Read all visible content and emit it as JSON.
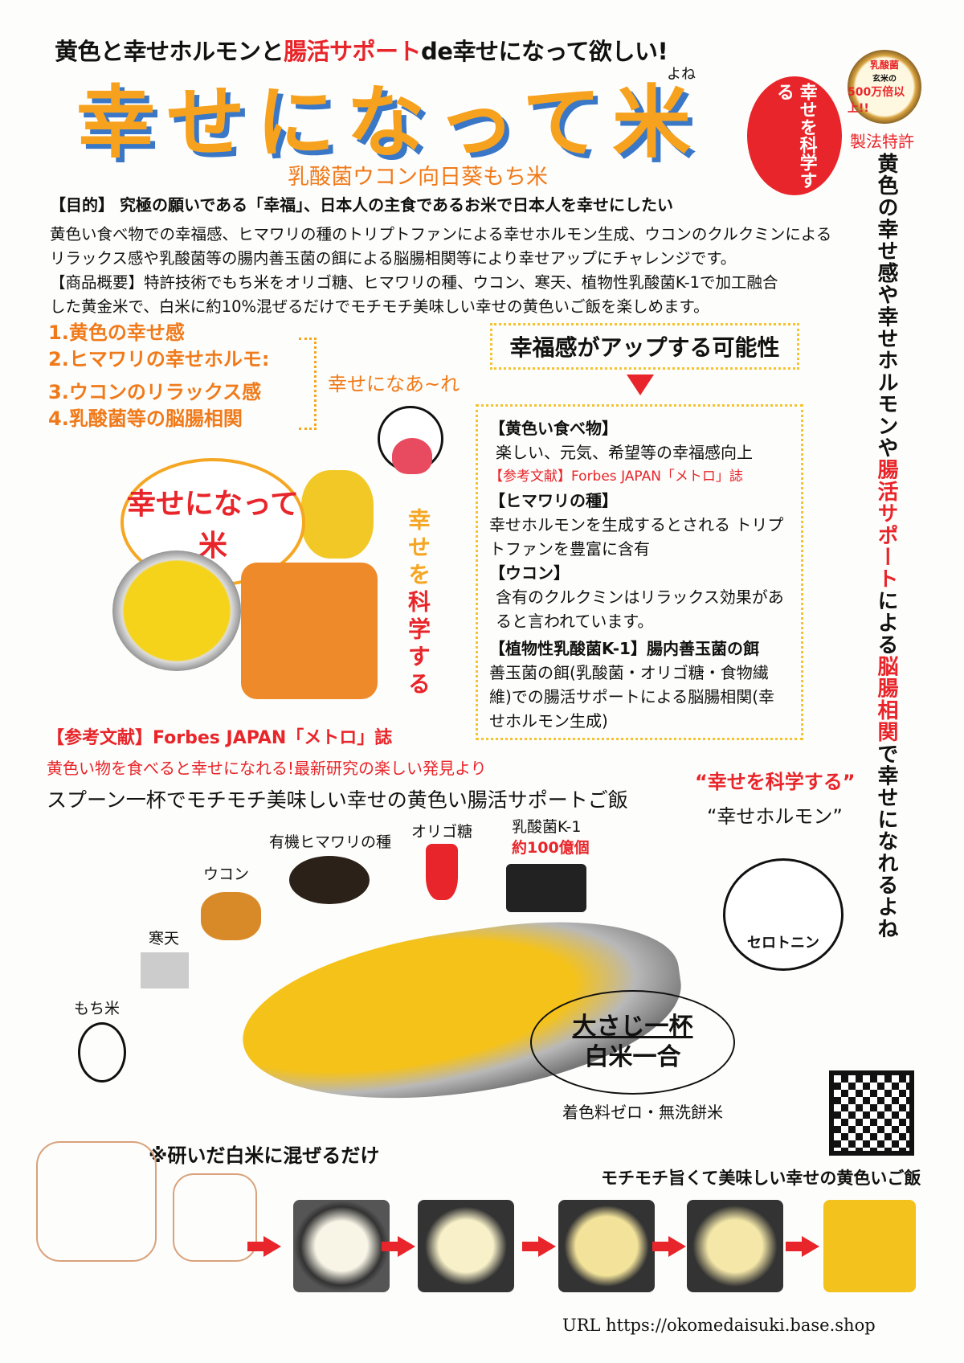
{
  "header": {
    "headline_pre": "黄色と幸せホルモンと",
    "headline_red": "腸活サポート",
    "headline_post": "de幸せになって欲しい!",
    "title": "幸せになって米",
    "title_ruby": "よね",
    "subtitle": "乳酸菌ウコン向日葵もち米",
    "badge_circle": "幸せを科学する",
    "medal": {
      "line1": "乳酸菌",
      "line2": "玄米の",
      "line3": "500万倍以上!!"
    },
    "patent": "製法特許"
  },
  "intro": {
    "purpose": "【目的】 究極の願いである「幸福」、日本人の主食であるお米で日本人を幸せにしたい",
    "line1": "黄色い食べ物での幸福感、ヒマワリの種のトリプトファンによる幸せホルモン生成、ウコンのクルクミンによる",
    "line2": "リラックス感や乳酸菌等の腸内善玉菌の餌による脳腸相関等により幸せアップにチャレンジです。",
    "overview1": "【商品概要】特許技術でもち米をオリゴ糖、ヒマワリの種、ウコン、寒天、植物性乳酸菌K-1で加工融合",
    "overview2": "した黄金米で、白米に約10%混ぜるだけでモチモチ美味しい幸せの黄色いご飯を楽しめます。"
  },
  "list": [
    "1.黄色の幸せ感",
    "2.ヒマワリの幸せホルモ:",
    "3.ウコンのリラックス感",
    "4.乳酸菌等の脳腸相関"
  ],
  "naare": "幸せになあ~れ",
  "happiness_box": "幸福感がアップする可能性",
  "info": [
    {
      "heading": "【黄色い食べ物】",
      "text": "楽しい、元気、希望等の幸福感向上",
      "ref": "【参考文献】Forbes JAPAN「メトロ」誌"
    },
    {
      "heading": "【ヒマワリの種】",
      "text": "幸せホルモンを生成するとされる トリプトファンを豊富に含有"
    },
    {
      "heading": "【ウコン】",
      "text": "含有のクルクミンはリラックス効果があると言われています。"
    },
    {
      "heading": "【植物性乳酸菌K-1】腸内善玉菌の餌",
      "text": "善玉菌の餌(乳酸菌・オリゴ糖・食物繊維)での腸活サポートによる脳腸相関(幸せホルモン生成)"
    }
  ],
  "vertical": {
    "p1": "黄色の幸せ感や幸せホルモンや",
    "r1": "腸活サポート",
    "p2": "による",
    "r2": "脳腸相関",
    "p3": "で幸せになれるよね"
  },
  "vertical_science": {
    "p1": "幸せを",
    "p2": "科学する"
  },
  "product_label": "幸せになって米",
  "ref2": "【参考文献】Forbes JAPAN「メトロ」誌",
  "ref3": "黄色い物を食べると幸せになれる!最新研究の楽しい発見より",
  "spoon_line": "スプーン一杯でモチモチ美味しい幸せの黄色い腸活サポートご飯",
  "quotes": {
    "science": "“幸せを科学する”",
    "hormone": "“幸せホルモン”"
  },
  "ingredients": {
    "sunflower": "有機ヒマワリの種",
    "oligo": "オリゴ糖",
    "lactic": "乳酸菌K-1",
    "lactic_count": "約100億個",
    "turmeric": "ウコン",
    "agar": "寒天",
    "mochi": "もち米"
  },
  "character": "セロトニン",
  "oval": {
    "line1": "大さじ一杯",
    "line2": "白米一合"
  },
  "zero": "着色料ゼロ・無洗餅米",
  "mix": "※研いだ白米に混ぜるだけ",
  "mochi_line": "モチモチ旨くて美味しい幸せの黄色いご飯",
  "url": "URL  https://okomedaisuki.base.shop",
  "colors": {
    "red": "#e8252a",
    "orange": "#f07a1a",
    "yellow": "#f5a623",
    "title_shadow": "#3a78c7"
  }
}
